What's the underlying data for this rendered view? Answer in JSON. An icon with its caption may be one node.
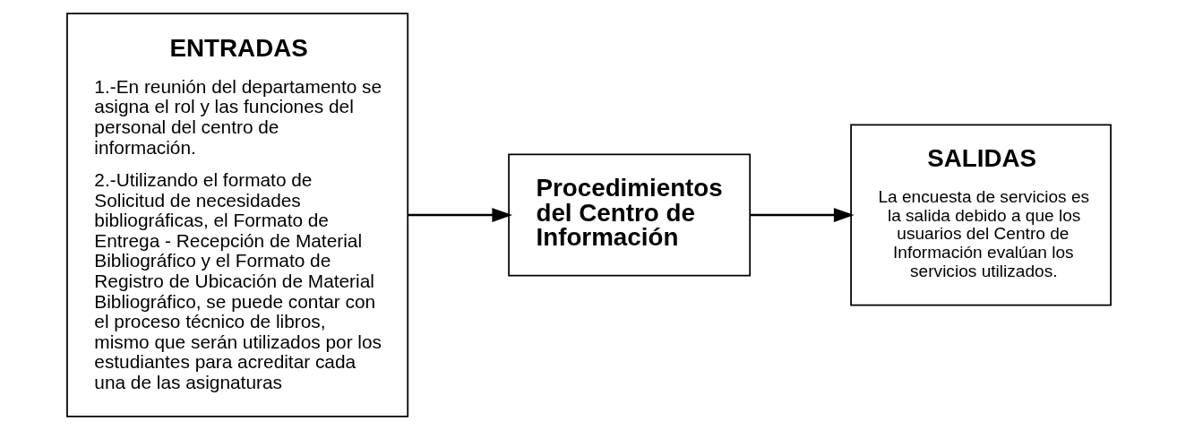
{
  "diagram": {
    "nodes": [
      {
        "text": [
          "ENTRADAS",
          "1.-En reunión del departamento se asigna el rol y las funciones del personal del centro de información.",
          "2.-Utilizando el formato de Solicitud de necesidades bibliográficas, el Formato de Entrega - Recepción de Material Bibliográfico y el Formato de Registro de Ubicación de Material Bibliográfico, se puede contar con el proceso técnico de libros, mismo que serán utilizados por los estudiantes para acreditar cada una de las asignaturas"
        ]
      },
      {
        "text": [
          "Procedimientos del Centro de Información"
        ]
      },
      {
        "text": [
          "SALIDAS",
          "La encuesta de servicios es la salida debido a que los usuarios del Centro de Información evalúan los servicios utilizados."
        ]
      }
    ],
    "edges": [
      {
        "from": 0,
        "to": 1,
        "arrow": "to"
      },
      {
        "from": 1,
        "to": 2,
        "arrow": "to"
      }
    ]
  }
}
